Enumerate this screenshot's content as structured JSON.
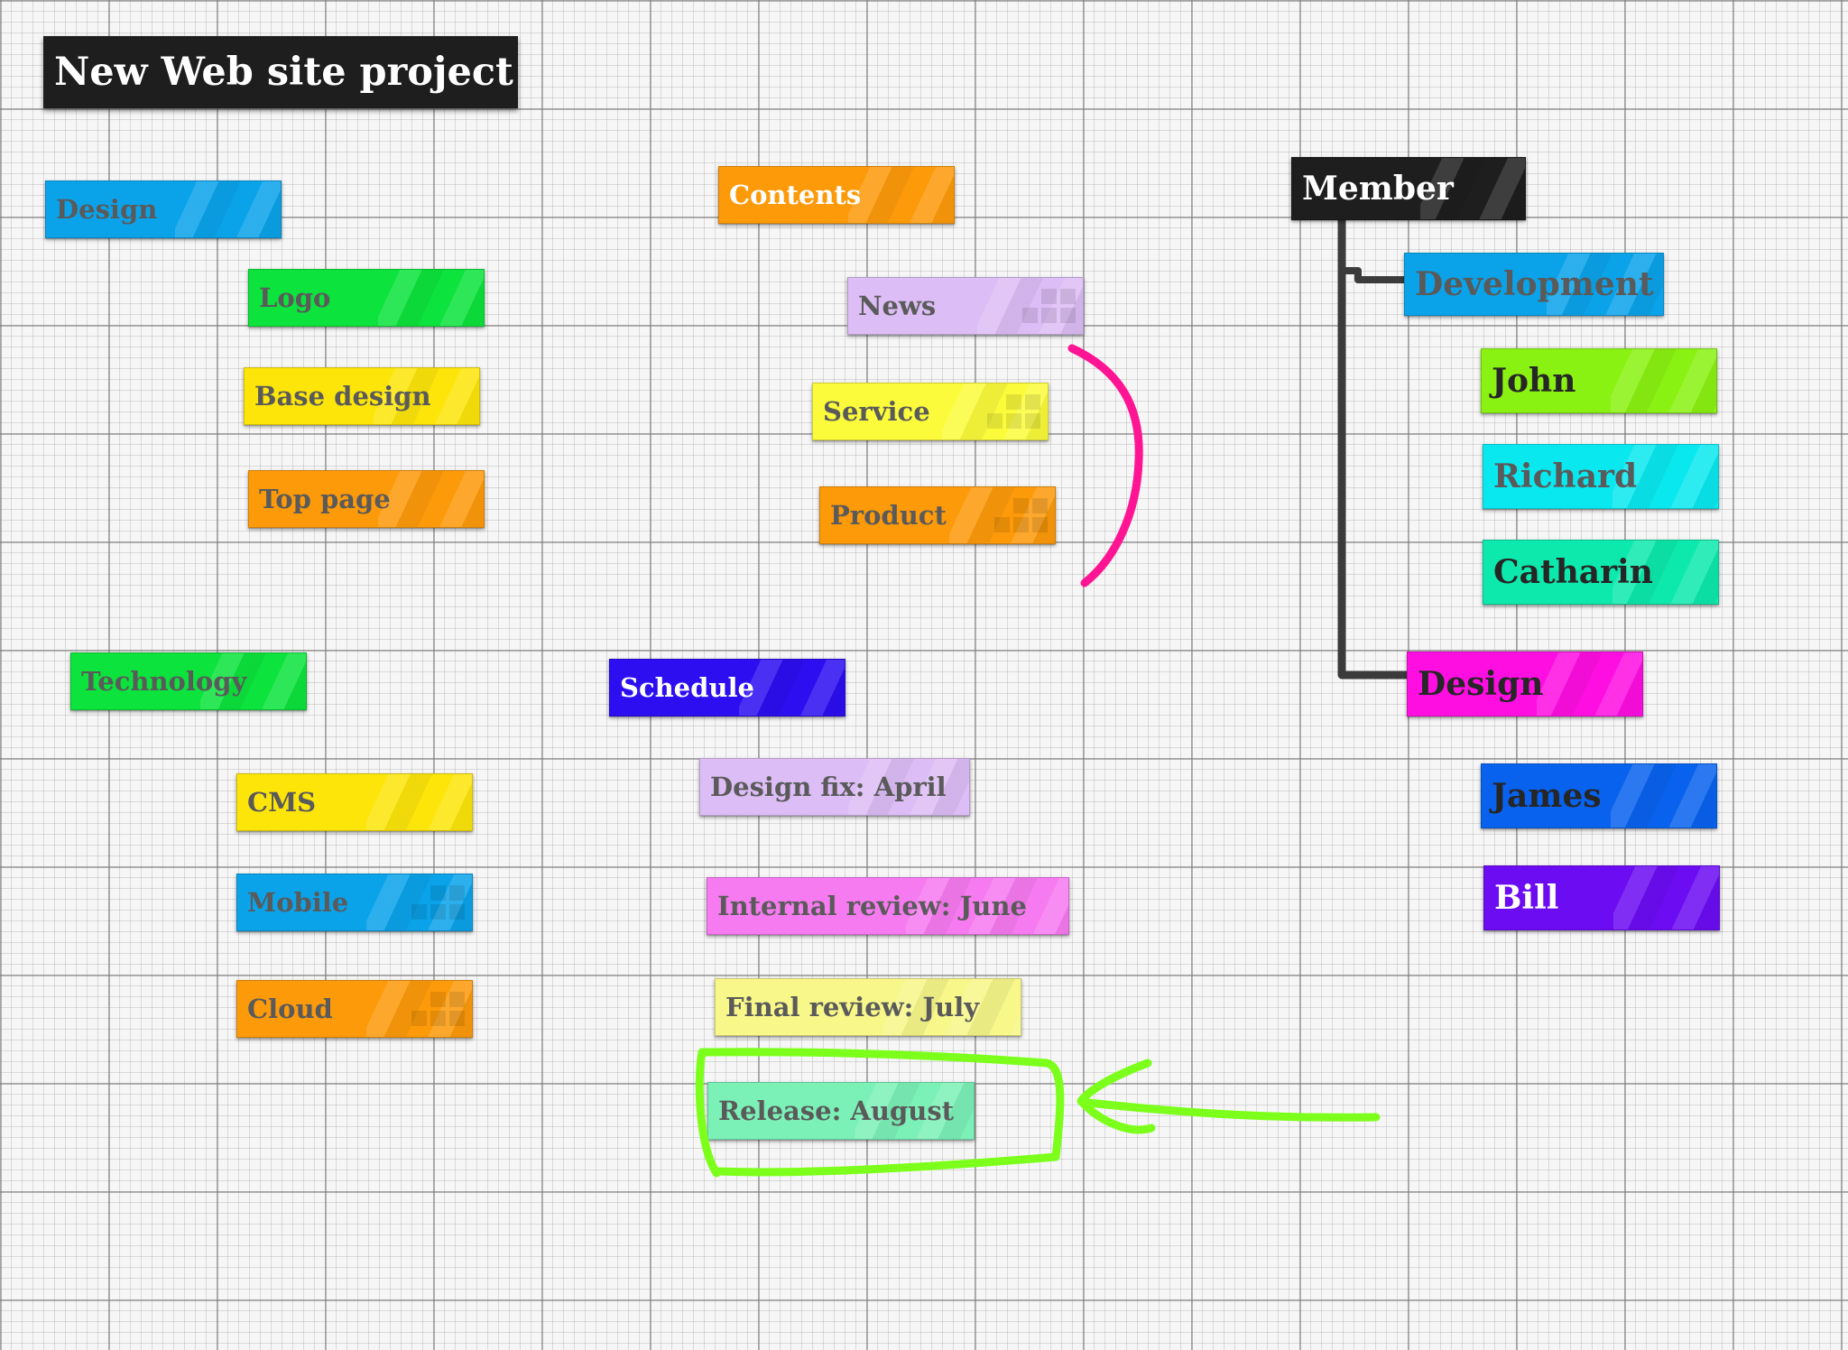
{
  "board": {
    "title": "New Web site project"
  },
  "colors": {
    "blue": "#0aa3ea",
    "green": "#0ce33c",
    "yellow": "#fde50a",
    "orange": "#fd9a0a",
    "lavender": "#dcbdf5",
    "pale_yellow": "#fbfb3c",
    "indigo": "#2c0ef0",
    "pink": "#f67af0",
    "light_yellow": "#f7f78a",
    "mint": "#7bf0b7",
    "black": "#1e1e1e",
    "lime": "#8af212",
    "cyan": "#0ae8ef",
    "teal": "#0de9ac",
    "magenta": "#ff0ee2",
    "royal_blue": "#0862ee",
    "violet": "#6c0cf2",
    "pen_pink": "#ff1493",
    "pen_green": "#7cff1a",
    "connector": "#3b3b3b"
  },
  "design_group": {
    "header": "Design",
    "items": [
      "Logo",
      "Base design",
      "Top page"
    ]
  },
  "technology_group": {
    "header": "Technology",
    "items": [
      "CMS",
      "Mobile",
      "Cloud"
    ]
  },
  "contents_group": {
    "header": "Contents",
    "items": [
      "News",
      "Service",
      "Product"
    ]
  },
  "schedule_group": {
    "header": "Schedule",
    "items": [
      "Design fix: April",
      "Internal review: June",
      "Final review: July",
      "Release: August"
    ]
  },
  "member_group": {
    "header": "Member",
    "development": {
      "header": "Development",
      "members": [
        "John",
        "Richard",
        "Catharin"
      ]
    },
    "design": {
      "header": "Design",
      "members": [
        "James",
        "Bill"
      ]
    }
  }
}
